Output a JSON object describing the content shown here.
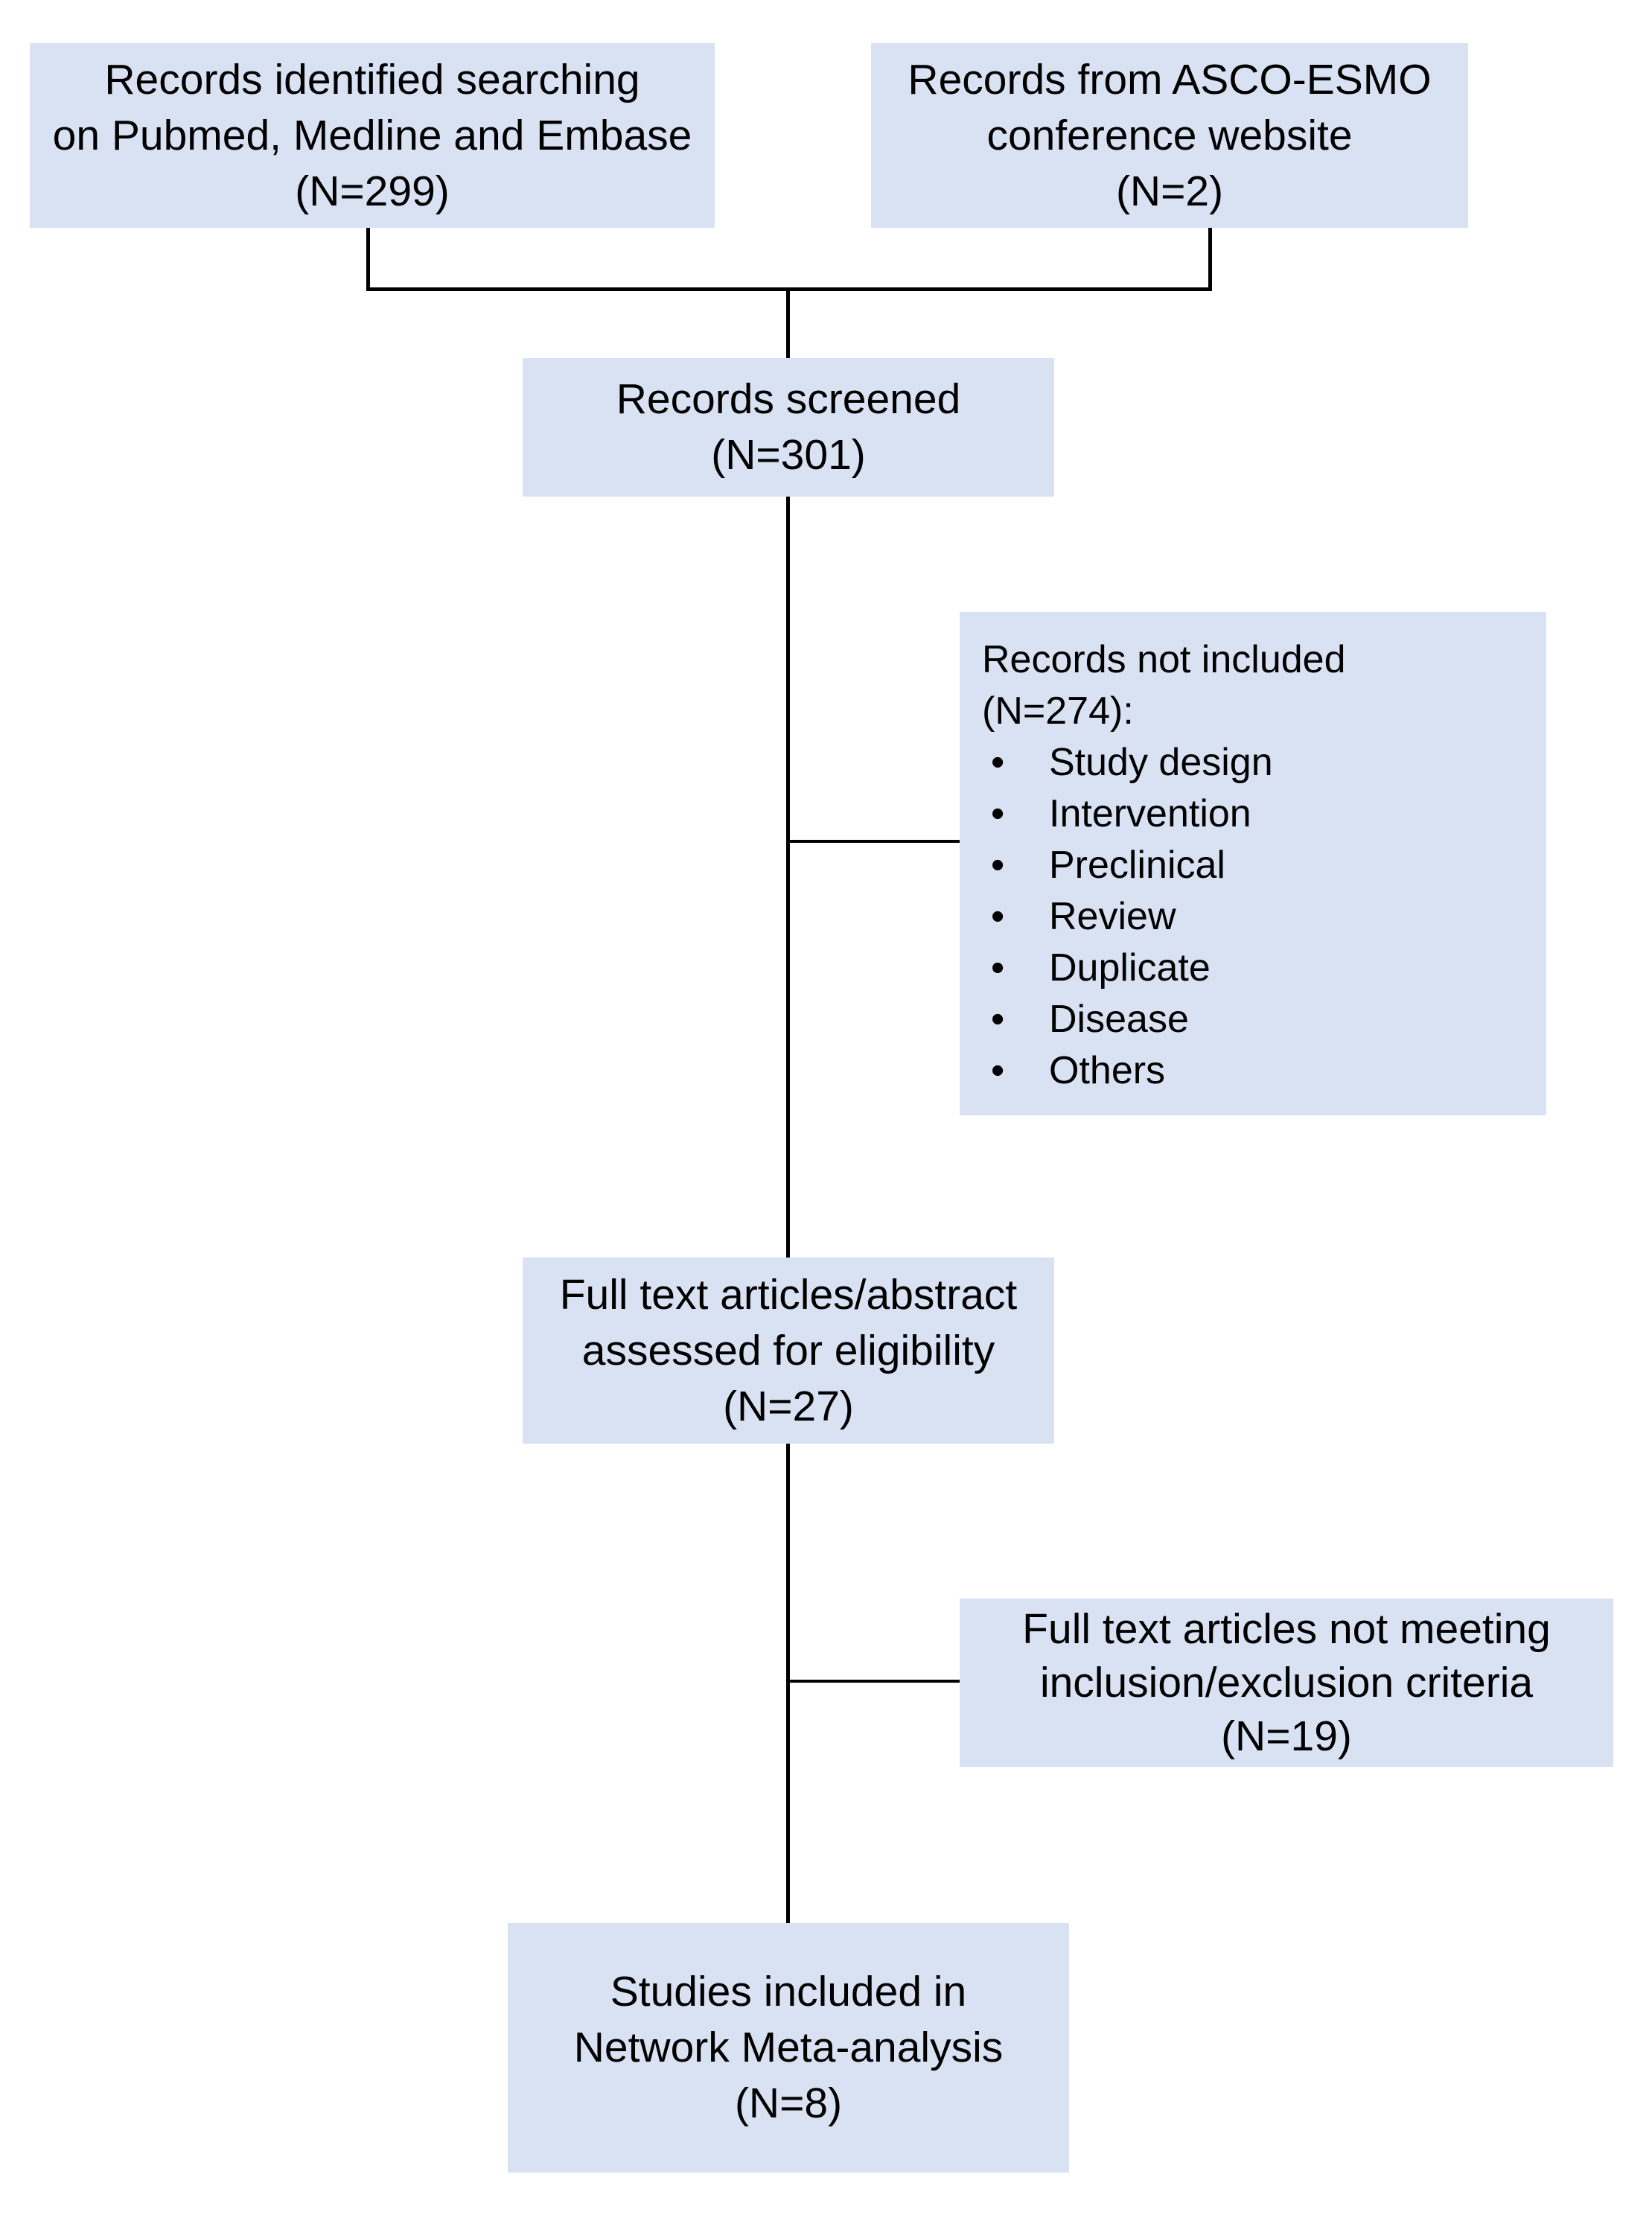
{
  "diagram": {
    "type": "prisma-flowchart",
    "bullet_char": "•",
    "colors": {
      "background": "#ffffff",
      "box_fill": "#d9e2f3",
      "line_color": "#000000",
      "text_color": "#000000"
    },
    "boxes": {
      "identified": {
        "lines": [
          "Records identified searching",
          "on Pubmed, Medline and Embase",
          "(N=299)"
        ]
      },
      "conference": {
        "lines": [
          "Records from ASCO-ESMO",
          "conference website",
          "(N=2)"
        ]
      },
      "screened": {
        "lines": [
          "Records screened",
          "(N=301)"
        ]
      },
      "not_included": {
        "title_lines": [
          "Records not included",
          "(N=274):"
        ],
        "bullets": [
          "Study design",
          "Intervention",
          "Preclinical",
          "Review",
          "Duplicate",
          "Disease",
          "Others"
        ]
      },
      "full_text": {
        "lines": [
          "Full text articles/abstract",
          "assessed for eligibility",
          "(N=27)"
        ]
      },
      "not_meeting": {
        "lines": [
          "Full text articles not meeting",
          "inclusion/exclusion criteria",
          "(N=19)"
        ]
      },
      "included": {
        "lines": [
          "Studies included in",
          "Network Meta-analysis",
          "(N=8)"
        ]
      }
    }
  }
}
